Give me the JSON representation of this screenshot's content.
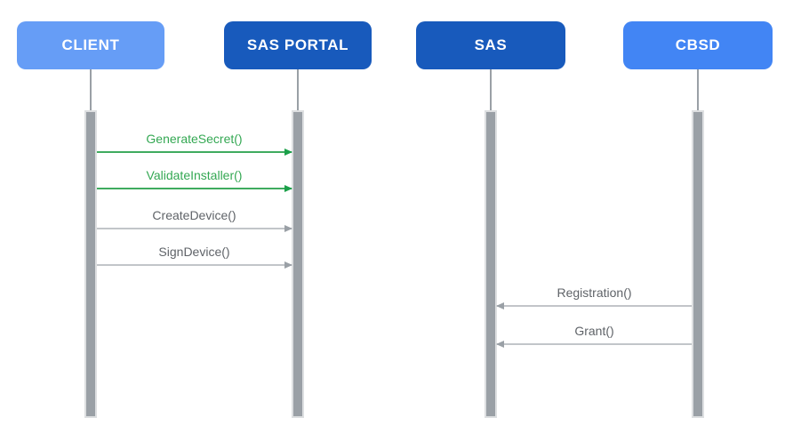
{
  "diagram": {
    "type": "sequence-diagram",
    "background": "#FFFFFF"
  },
  "colors": {
    "client_box": "#669DF6",
    "sas_portal_box": "#185ABC",
    "sas_box": "#185ABC",
    "cbsd_box": "#4285F4",
    "actor_text": "#FFFFFF",
    "green_message": "#34A853",
    "gray_message_text": "#5F6368",
    "gray_message_line": "#C2C5C9",
    "lifeline_gray": "#9AA0A6",
    "activation_border": "#DDDFE1"
  },
  "actors": [
    {
      "label": "CLIENT"
    },
    {
      "label": "SAS PORTAL"
    },
    {
      "label": "SAS"
    },
    {
      "label": "CBSD"
    }
  ],
  "messages": [
    {
      "label": "GenerateSecret()",
      "from": "CLIENT",
      "to": "SAS PORTAL",
      "style": "green",
      "direction": "right"
    },
    {
      "label": "ValidateInstaller()",
      "from": "CLIENT",
      "to": "SAS PORTAL",
      "style": "green",
      "direction": "right"
    },
    {
      "label": "CreateDevice()",
      "from": "CLIENT",
      "to": "SAS PORTAL",
      "style": "gray",
      "direction": "right"
    },
    {
      "label": "SignDevice()",
      "from": "CLIENT",
      "to": "SAS PORTAL",
      "style": "gray",
      "direction": "right"
    },
    {
      "label": "Registration()",
      "from": "CBSD",
      "to": "SAS",
      "style": "gray",
      "direction": "left"
    },
    {
      "label": "Grant()",
      "from": "CBSD",
      "to": "SAS",
      "style": "gray",
      "direction": "left"
    }
  ]
}
